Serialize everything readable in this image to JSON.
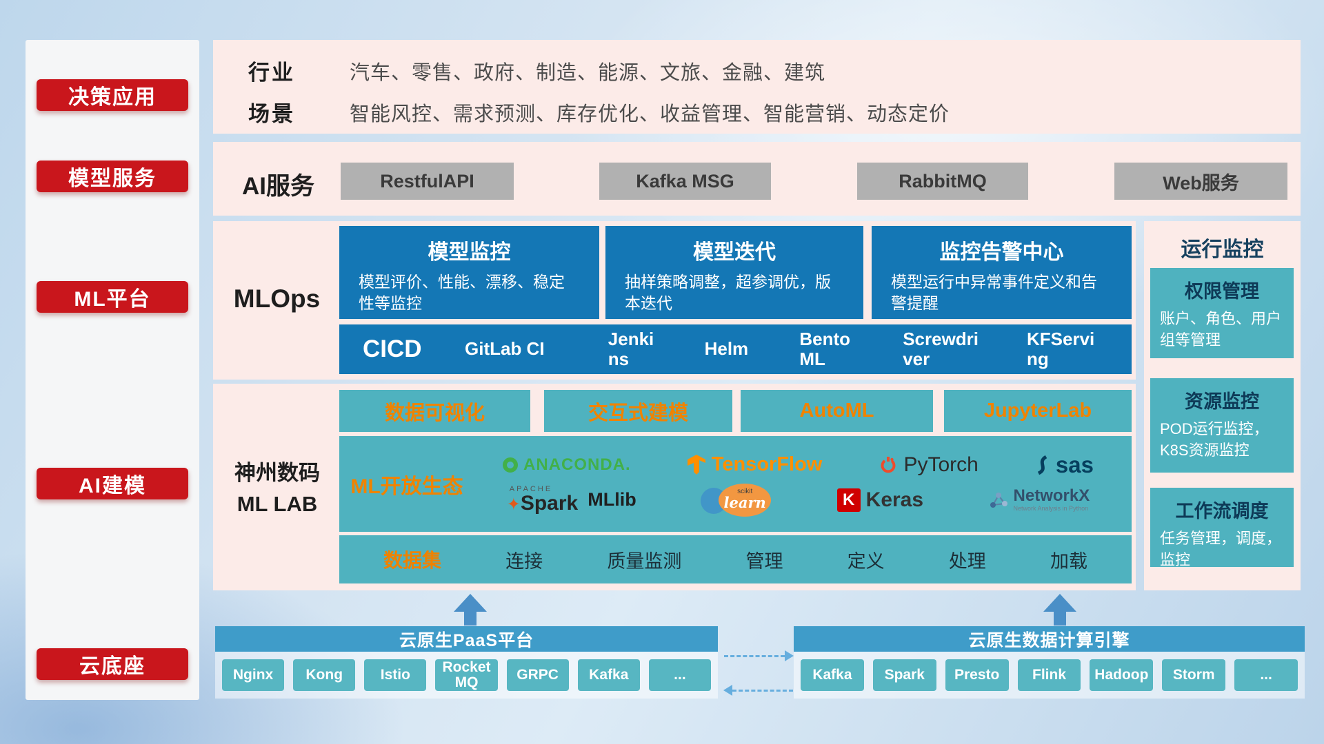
{
  "sidebar": {
    "items": [
      {
        "label": "决策应用"
      },
      {
        "label": "模型服务"
      },
      {
        "label": "ML平台"
      },
      {
        "label": "AI建模"
      },
      {
        "label": "云底座"
      }
    ]
  },
  "industry": {
    "row1_label": "行业",
    "row1_text": "汽车、零售、政府、制造、能源、文旅、金融、建筑",
    "row2_label": "场景",
    "row2_text": "智能风控、需求预测、库存优化、收益管理、智能营销、动态定价"
  },
  "ai_service": {
    "label": "AI服务",
    "buttons": [
      {
        "label": "RestfulAPI"
      },
      {
        "label": "Kafka MSG"
      },
      {
        "label": "RabbitMQ"
      },
      {
        "label": "Web服务"
      }
    ]
  },
  "mlops": {
    "label": "MLOps",
    "cards": [
      {
        "title": "模型监控",
        "desc": "模型评价、性能、漂移、稳定性等监控"
      },
      {
        "title": "模型迭代",
        "desc": "抽样策略调整，超参调优，版本迭代"
      },
      {
        "title": "监控告警中心",
        "desc": "模型运行中异常事件定义和告警提醒"
      }
    ],
    "cicd_label": "CICD",
    "cicd_items": [
      {
        "label": "GitLab CI"
      },
      {
        "label": "Jenkins"
      },
      {
        "label": "Helm"
      },
      {
        "label": "BentoML"
      },
      {
        "label": "Screwdriver"
      },
      {
        "label": "KFServing"
      }
    ]
  },
  "mllab": {
    "label_line1": "神州数码",
    "label_line2": "ML LAB",
    "top_buttons": [
      {
        "label": "数据可视化"
      },
      {
        "label": "交互式建模"
      },
      {
        "label": "AutoML"
      },
      {
        "label": "JupyterLab"
      }
    ],
    "ecosystem_label": "ML开放生态",
    "logos": {
      "anaconda": "ANACONDA.",
      "tensorflow": "TensorFlow",
      "pytorch": "PyTorch",
      "sas": "sas",
      "apache": "APACHE",
      "spark": "Spark",
      "mllib": "MLlib",
      "scikit": "scikit",
      "learn": "learn",
      "keras_k": "K",
      "keras": "Keras",
      "networkx": "NetworkX",
      "networkx_sub": "Network Analysis in Python"
    },
    "dataset_label": "数据集",
    "dataset_items": [
      {
        "label": "连接"
      },
      {
        "label": "质量监测"
      },
      {
        "label": "管理"
      },
      {
        "label": "定义"
      },
      {
        "label": "处理"
      },
      {
        "label": "加载"
      }
    ]
  },
  "monitoring": {
    "title": "运行监控",
    "cards": [
      {
        "title": "权限管理",
        "desc": "账户、角色、用户组等管理"
      },
      {
        "title": "资源监控",
        "desc": "POD运行监控，K8S资源监控"
      },
      {
        "title": "工作流调度",
        "desc": "任务管理，调度，监控"
      }
    ]
  },
  "cloud": {
    "paas_title": "云原生PaaS平台",
    "paas_items": [
      {
        "label": "Nginx"
      },
      {
        "label": "Kong"
      },
      {
        "label": "Istio"
      },
      {
        "label": "RocketMQ"
      },
      {
        "label": "GRPC"
      },
      {
        "label": "Kafka"
      },
      {
        "label": "..."
      }
    ],
    "engine_title": "云原生数据计算引擎",
    "engine_items": [
      {
        "label": "Kafka"
      },
      {
        "label": "Spark"
      },
      {
        "label": "Presto"
      },
      {
        "label": "Flink"
      },
      {
        "label": "Hadoop"
      },
      {
        "label": "Storm"
      },
      {
        "label": "..."
      }
    ]
  },
  "colors": {
    "red": "#c9161c",
    "pink_panel": "#fcebe8",
    "card_blue": "#1477b5",
    "teal": "#4fb2bf",
    "accent_orange": "#f08300",
    "gray_button": "#b1b1b1",
    "header_blue": "#3f9cc9"
  }
}
